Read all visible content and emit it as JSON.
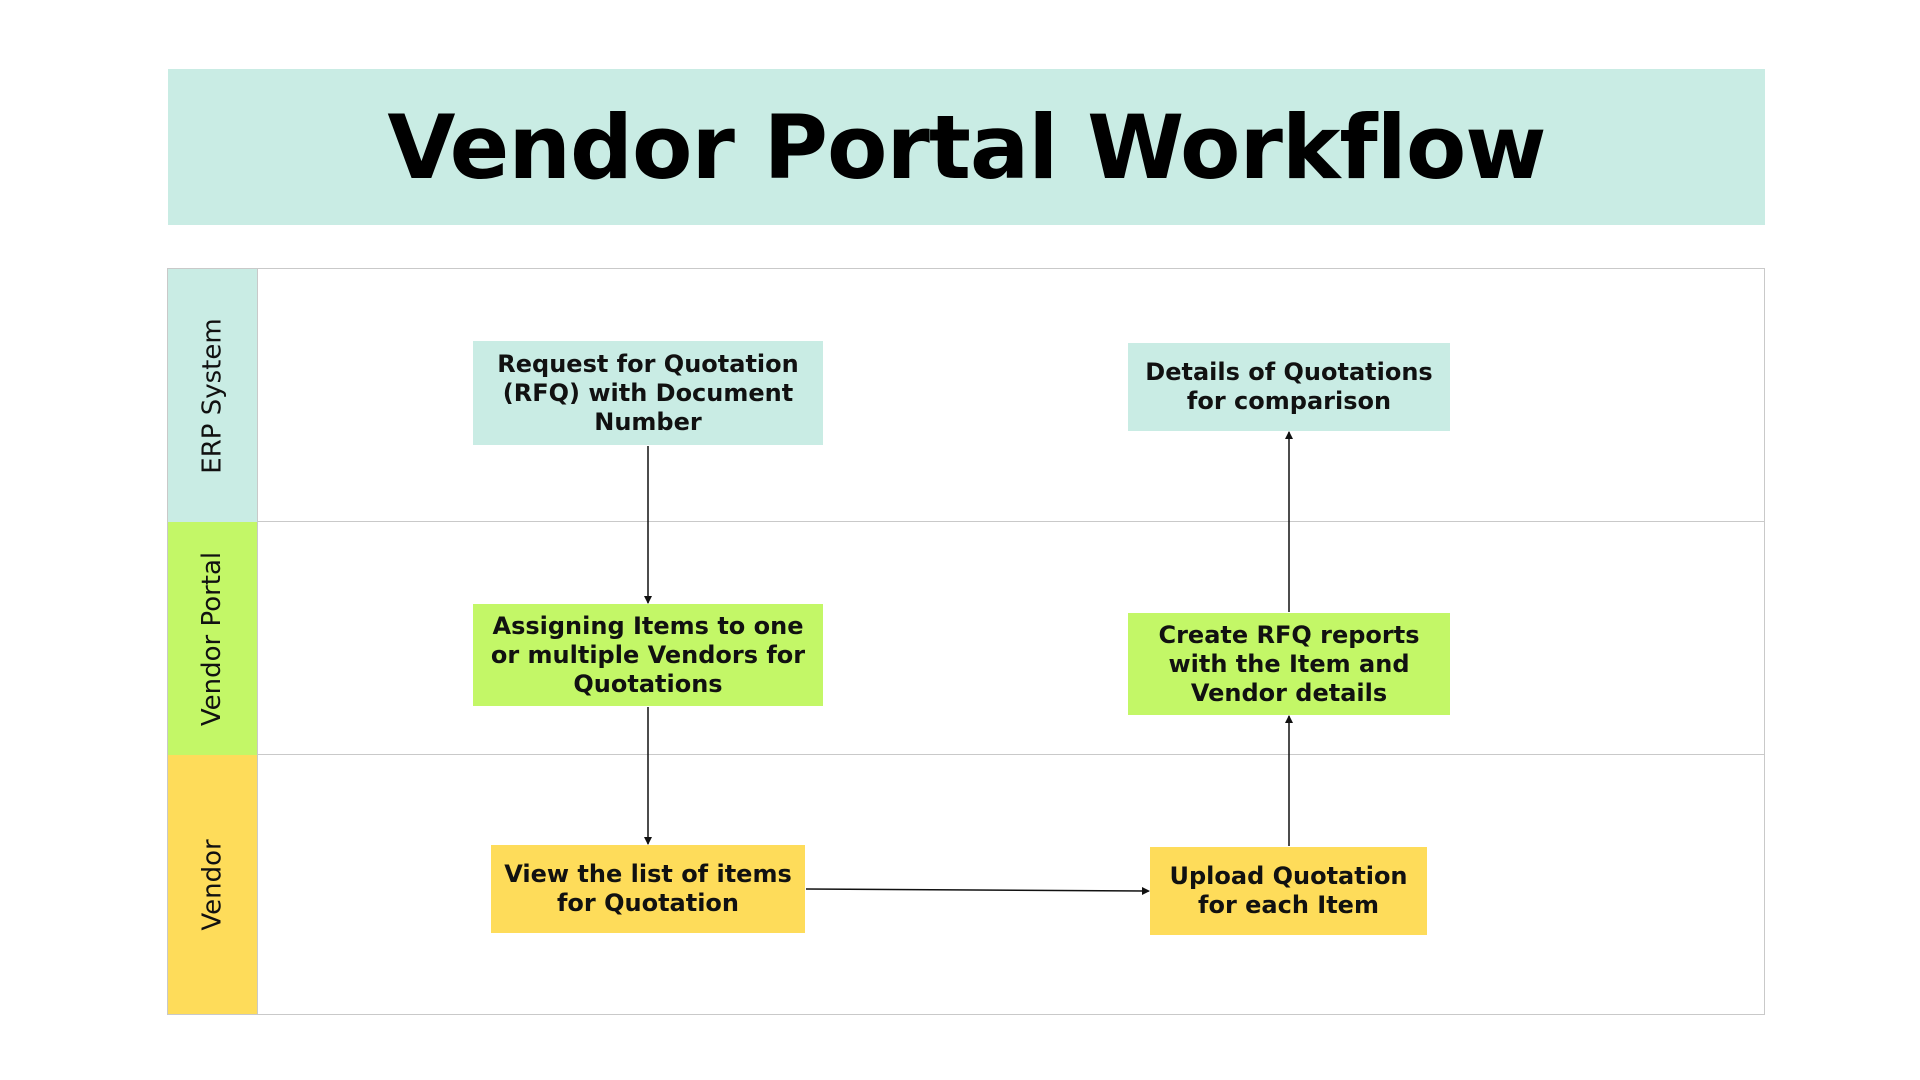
{
  "title": "Vendor Portal Workflow",
  "lanes": {
    "erp": "ERP System",
    "portal": "Vendor Portal",
    "vendor": "Vendor"
  },
  "steps": {
    "rfq": "Request for Quotation (RFQ) with Document Number",
    "details": "Details of Quotations for comparison",
    "assign": "Assigning Items to one or multiple Vendors for Quotations",
    "create": "Create RFQ reports with the Item and Vendor details",
    "view": "View the list of items for Quotation",
    "upload": "Upload Quotation for each Item"
  },
  "colors": {
    "erp": "#c9ece4",
    "portal": "#c3f767",
    "vendor": "#fedc5a",
    "border": "#c9c9c9"
  }
}
